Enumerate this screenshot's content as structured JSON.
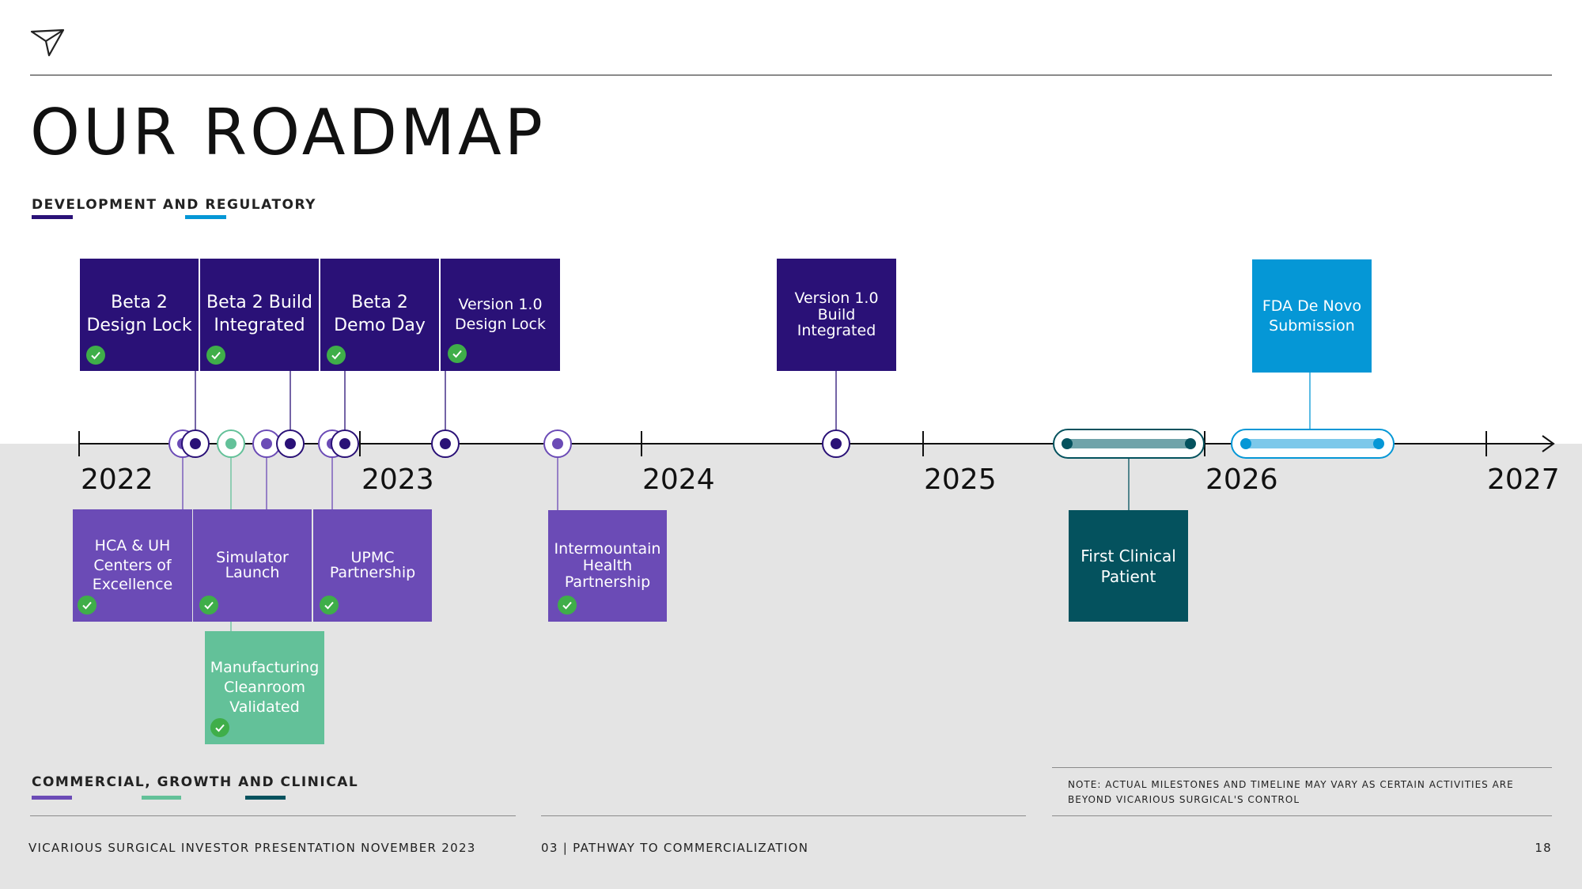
{
  "page": {
    "title": "OUR ROADMAP",
    "section_top": "DEVELOPMENT AND REGULATORY",
    "section_bottom": "COMMERCIAL, GROWTH AND CLINICAL",
    "note": "NOTE: ACTUAL MILESTONES AND TIMELINE MAY VARY AS CERTAIN ACTIVITIES ARE BEYOND VICARIOUS SURGICAL'S CONTROL",
    "footer_left": "VICARIOUS SURGICAL INVESTOR PRESENTATION NOVEMBER 2023",
    "footer_center": "03 | PATHWAY TO COMMERCIALIZATION",
    "page_number": "18"
  },
  "colors": {
    "dark_purple": "#2a1177",
    "medium_purple": "#6b4bb6",
    "green": "#63c199",
    "blue": "#0597d6",
    "light_blue": "#7cc8ea",
    "teal": "#04525e",
    "check_green": "#3fae49"
  },
  "timeline": {
    "years": [
      "2022",
      "2023",
      "2024",
      "2025",
      "2026",
      "2027"
    ]
  },
  "milestones_top": [
    {
      "label": "Beta 2\nDesign Lock",
      "done": true,
      "color": "dark_purple"
    },
    {
      "label": "Beta 2 Build\nIntegrated",
      "done": true,
      "color": "dark_purple"
    },
    {
      "label": "Beta 2\nDemo Day",
      "done": true,
      "color": "dark_purple"
    },
    {
      "label": "Version 1.0\nDesign Lock",
      "done": true,
      "color": "dark_purple"
    },
    {
      "label": "Version 1.0\nBuild\nIntegrated",
      "done": false,
      "color": "dark_purple"
    },
    {
      "label": "FDA De Novo\nSubmission",
      "done": false,
      "color": "blue"
    }
  ],
  "milestones_bottom": [
    {
      "label": "HCA & UH\nCenters of\nExcellence",
      "done": true,
      "color": "medium_purple"
    },
    {
      "label": "Simulator\nLaunch",
      "done": true,
      "color": "medium_purple"
    },
    {
      "label": "UPMC\nPartnership",
      "done": true,
      "color": "medium_purple"
    },
    {
      "label": "Intermountain\nHealth\nPartnership",
      "done": true,
      "color": "medium_purple"
    },
    {
      "label": "Manufacturing\nCleanroom\nValidated",
      "done": true,
      "color": "green"
    },
    {
      "label": "First Clinical\nPatient",
      "done": false,
      "color": "teal"
    }
  ]
}
